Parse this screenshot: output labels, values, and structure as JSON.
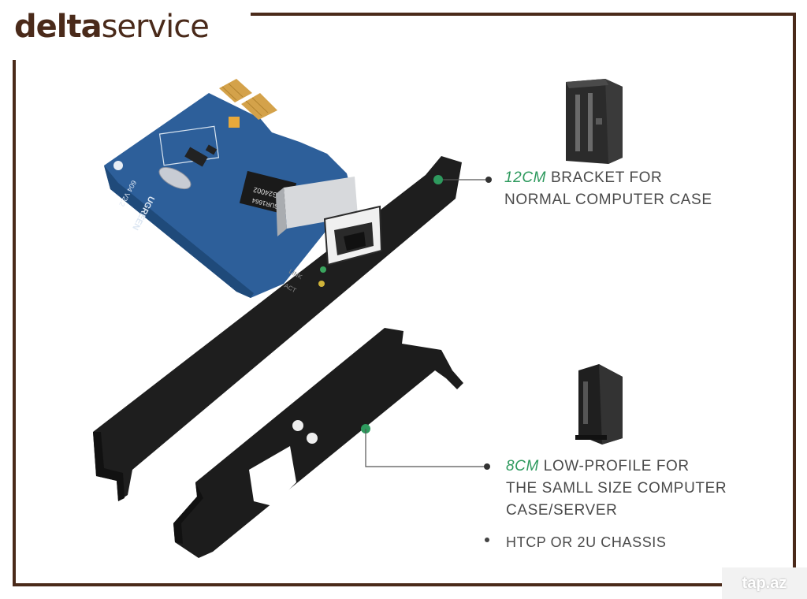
{
  "logo": {
    "part1": "delta",
    "part2": "service"
  },
  "captions": {
    "c1": {
      "accent": "12CM",
      "rest": " BRACKET FOR",
      "line2": "NORMAL COMPUTER CASE"
    },
    "c2": {
      "accent": "8CM",
      "rest": " LOW-PROFILE FOR",
      "line2": "THE SAMLL SIZE COMPUTER",
      "line3": "CASE/SERVER"
    },
    "c3": {
      "text": "HTCP OR 2U CHASSIS"
    }
  },
  "card": {
    "chip_label": "SG24002",
    "chip_label2": "SUR1664",
    "brand": "UGREEN",
    "version": "604 V2.2",
    "led_link": "LINK",
    "led_act": "ACT"
  },
  "watermark": "tap.az",
  "colors": {
    "accent": "#2e9a5e",
    "frame": "#4a2a1a",
    "pcb": "#2d5f9a",
    "bracket": "#1e1e1e"
  }
}
